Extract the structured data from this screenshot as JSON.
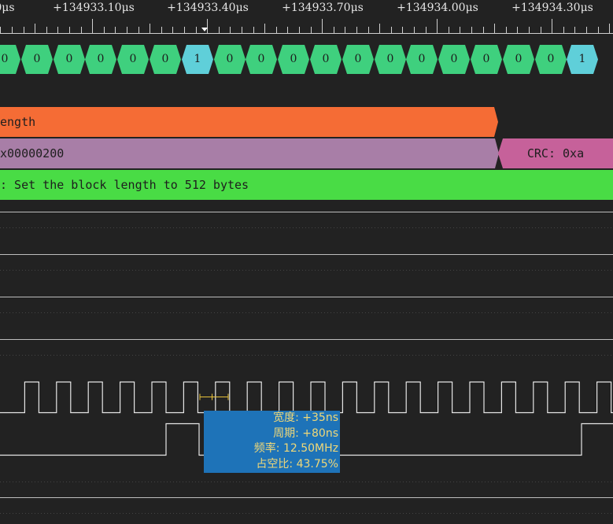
{
  "ruler": {
    "labels": [
      "0μs",
      "+134933.10μs",
      "+134933.40μs",
      "+134933.70μs",
      "+134934.00μs",
      "+134934.30μs"
    ]
  },
  "bits": [
    "0",
    "0",
    "0",
    "0",
    "0",
    "0",
    "1",
    "0",
    "0",
    "0",
    "0",
    "0",
    "0",
    "0",
    "0",
    "0",
    "0",
    "0",
    "1"
  ],
  "decoded": {
    "command": "ength",
    "argument": "x00000200",
    "crc": "CRC: 0xa",
    "description": ": Set the block length to 512 bytes"
  },
  "measurement": {
    "width": "宽度: +35ns",
    "period": "周期: +80ns",
    "frequency": "频率: 12.50MHz",
    "duty": "占空比: 43.75%"
  },
  "colors": {
    "background": "#222222",
    "bit_zero": "#3fd07e",
    "bit_one": "#5fcfd9",
    "command_bar": "#f56c35",
    "argument_bar": "#a87ea7",
    "crc_bar": "#c6619a",
    "description_bar": "#49dc45",
    "tooltip": "#1e73b8",
    "tooltip_text": "#f0d878"
  }
}
